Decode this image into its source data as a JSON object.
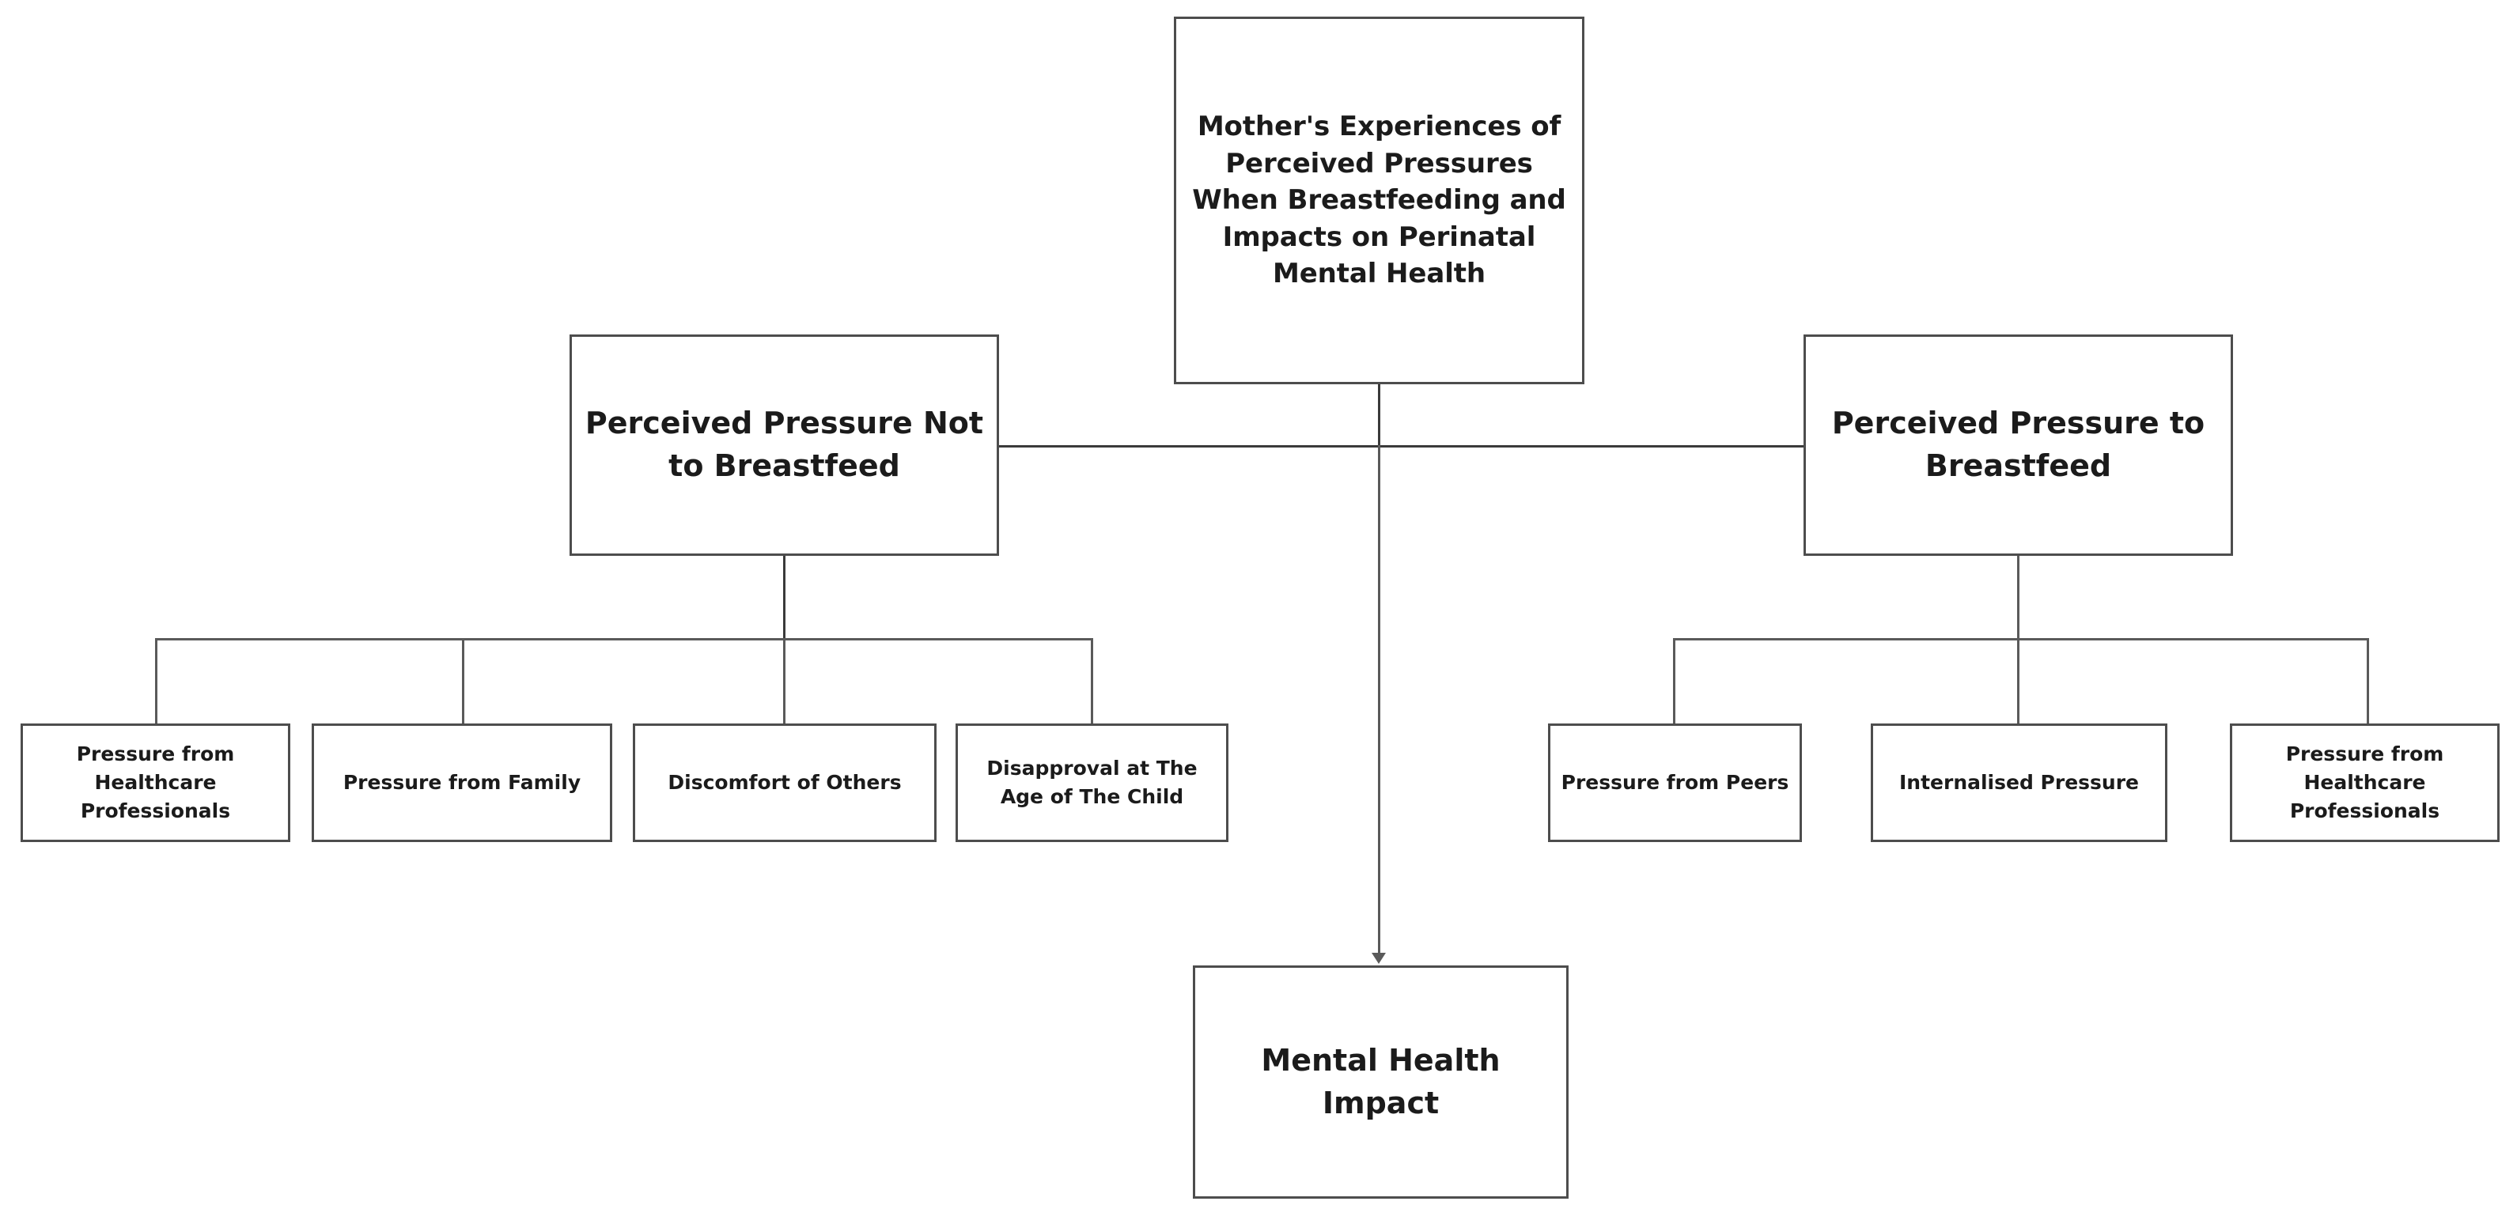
{
  "diagram": {
    "type": "hierarchical-thematic-map",
    "title_node": {
      "id": "root",
      "label": "Mother's Experiences of Perceived Pressures When Breastfeeding and Impacts on Perinatal Mental Health"
    },
    "themes": [
      {
        "id": "theme-left",
        "label": "Perceived Pressure Not to Breastfeed",
        "subthemes": [
          {
            "id": "leaf-l1",
            "label": "Pressure from Healthcare Professionals"
          },
          {
            "id": "leaf-l2",
            "label": "Pressure from Family"
          },
          {
            "id": "leaf-l3",
            "label": "Discomfort of Others"
          },
          {
            "id": "leaf-l4",
            "label": "Disapproval at The Age of The Child"
          }
        ]
      },
      {
        "id": "theme-right",
        "label": "Perceived Pressure to Breastfeed",
        "subthemes": [
          {
            "id": "leaf-r1",
            "label": "Pressure from Peers"
          },
          {
            "id": "leaf-r2",
            "label": "Internalised Pressure"
          },
          {
            "id": "leaf-r3",
            "label": "Pressure from Healthcare Professionals"
          }
        ]
      }
    ],
    "outcome_node": {
      "id": "outcome",
      "label": "Mental Health Impact"
    },
    "colors": {
      "background": "#ffffff",
      "box_border": "#4d4d4d",
      "connector": "#5a5a5a",
      "text": "#1b1b1b"
    }
  }
}
